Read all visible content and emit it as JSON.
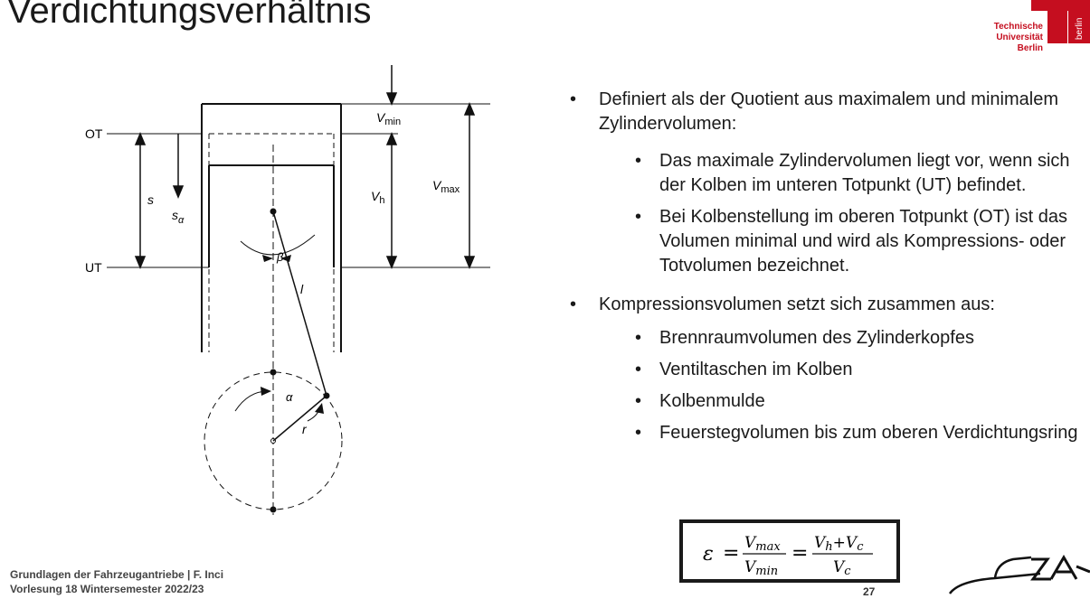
{
  "title": "Verdichtungsverhältnis",
  "logo": {
    "line1": "Technische",
    "line2": "Universität",
    "line3": "Berlin",
    "side": "berlin",
    "color": "#c50e1f"
  },
  "diagram": {
    "labels": {
      "ot": "OT",
      "ut": "UT",
      "s": "s",
      "s_alpha": "s",
      "s_alpha_sub": "α",
      "vmin": "V",
      "vmin_sub": "min",
      "vh": "V",
      "vh_sub": "h",
      "vmax": "V",
      "vmax_sub": "max",
      "beta": "β",
      "l": "l",
      "alpha": "α",
      "r": "r"
    }
  },
  "bullets": [
    {
      "level": 1,
      "text": "Definiert als der Quotient aus maximalem und minimalem Zylindervolumen:"
    },
    {
      "level": 2,
      "text": "Das maximale Zylindervolumen liegt vor, wenn sich der Kolben im unteren Totpunkt (UT) befindet."
    },
    {
      "level": 2,
      "text": "Bei Kolbenstellung im oberen Totpunkt (OT) ist das Volumen minimal und wird als Kompressions- oder Totvolumen bezeichnet."
    },
    {
      "level": 1,
      "text": "Kompressionsvolumen setzt sich zusammen aus:"
    },
    {
      "level": 2,
      "text": "Brennraumvolumen des Zylinderkopfes"
    },
    {
      "level": 2,
      "text": "Ventiltaschen im Kolben"
    },
    {
      "level": 2,
      "text": "Kolbenmulde"
    },
    {
      "level": 2,
      "text": "Feuerstegvolumen bis zum oberen Verdichtungsring"
    }
  ],
  "formula": {
    "epsilon": "ε",
    "eq": "=",
    "num1": "V",
    "num1_sub": "max",
    "den1": "V",
    "den1_sub": "min",
    "num2a": "V",
    "num2a_sub": "h",
    "plus": "+",
    "num2b": "V",
    "num2b_sub": "c",
    "den2": "V",
    "den2_sub": "c"
  },
  "page_number": "27",
  "footer": {
    "line1": "Grundlagen der Fahrzeugantriebe | F. Inci",
    "line2": "Vorlesung 18 Wintersemester 2022/23"
  }
}
